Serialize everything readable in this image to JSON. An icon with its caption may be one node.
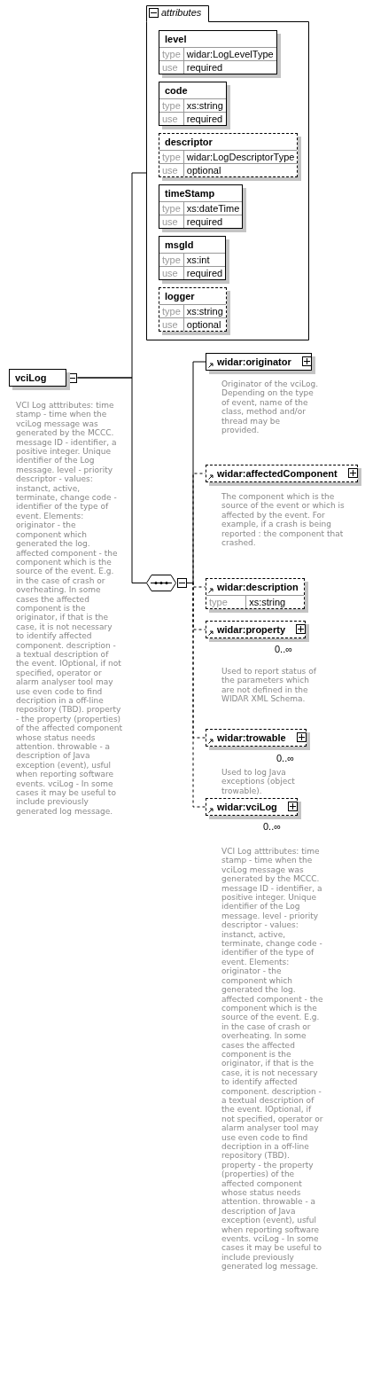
{
  "diagram": {
    "nodes": [
      {
        "text": [
          "vciLog"
        ],
        "beside": [
          "VCI Log atttributes: time stamp - time when the vciLog message was generated by the MCCC. message ID - identifier, a positive integer. Unique identifier of the Log message. level - priority descriptor - values: instanct, active, terminate, change code - identifier of the type of event. Elements: originator - the component which generated the log. affected component - the component which is the source of the event. E.g. in the case of crash or overheating. In some cases the affected component is the originator, if that is the case, it is not necessary to identify affected component. description - a textual description of the event. IOptional, if not specified, operator or alarm analyser tool may use even code to find decription in a off-line repository (TBD). property - the property (properties) of the affected component whose status needs attention. throwable - a description of Java exception (event), usful when reporting software events. vciLog - In some cases it may be useful to include previously generated log message."
        ]
      },
      {
        "text": [
          "attributes"
        ]
      },
      {
        "text": [
          "level",
          "type",
          "widar:LogLevelType",
          "use",
          "required"
        ],
        "in": 1
      },
      {
        "text": [
          "code",
          "type",
          "xs:string",
          "use",
          "required"
        ],
        "in": 1
      },
      {
        "text": [
          "descriptor",
          "type",
          "widar:LogDescriptorType",
          "use",
          "optional"
        ],
        "in": 1
      },
      {
        "text": [
          "timeStamp",
          "type",
          "xs:dateTime",
          "use",
          "required"
        ],
        "in": 1
      },
      {
        "text": [
          "msgId",
          "type",
          "xs:int",
          "use",
          "required"
        ],
        "in": 1
      },
      {
        "text": [
          "logger",
          "type",
          "xs:string",
          "use",
          "optional"
        ],
        "in": 1
      },
      {
        "text": [],
        "shape": "octagon"
      },
      {
        "text": [
          "widar:originator"
        ],
        "beside": [
          "Originator of the vciLog. Depending on the type of event, name of the class, method and/or thread may be provided."
        ]
      },
      {
        "text": [
          "widar:affectedComponent"
        ],
        "beside": [
          "The component which is the source of the event or which is affected by the event. For example, if a crash is being reported : the component that crashed."
        ]
      },
      {
        "text": [
          "widar:description",
          "type",
          "xs:string"
        ]
      },
      {
        "text": [
          "widar:property"
        ],
        "beside": [
          "0..∞",
          "Used to report status of the parameters which are not defined in the WIDAR XML Schema."
        ]
      },
      {
        "text": [
          "widar:trowable"
        ],
        "beside": [
          "0..∞",
          "Used to log Java exceptions (object trowable)."
        ]
      },
      {
        "text": [
          "widar:vciLog"
        ],
        "beside": [
          "0..∞",
          "VCI Log atttributes: time stamp - time when the vciLog message was generated by the MCCC. message ID - identifier, a positive integer. Unique identifier of the Log message. level - priority descriptor - values: instanct, active, terminate, change code - identifier of the type of event. Elements: originator - the component which generated the log. affected component - the component which is the source of the event. E.g. in the case of crash or overheating. In some cases the affected component is the originator, if that is the case, it is not necessary to identify affected component. description - a textual description of the event. IOptional, if not specified, operator or alarm analyser tool may use even code to find decription in a off-line repository (TBD). property - the property (properties) of the affected component whose status needs attention. throwable - a description of Java exception (event), usful when reporting software events. vciLog - In some cases it may be useful to include previously generated log message."
        ]
      }
    ],
    "edges": [
      {
        "from": 0,
        "to": 1,
        "arrow": "none"
      },
      {
        "from": 0,
        "to": 8,
        "arrow": "none"
      },
      {
        "from": 8,
        "to": 9,
        "arrow": "none"
      },
      {
        "from": 8,
        "to": 10,
        "arrow": "none",
        "style": "dashed"
      },
      {
        "from": 8,
        "to": 11,
        "arrow": "none",
        "style": "dashed"
      },
      {
        "from": 8,
        "to": 12,
        "arrow": "none",
        "style": "dashed"
      },
      {
        "from": 8,
        "to": 13,
        "arrow": "none",
        "style": "dashed"
      },
      {
        "from": 8,
        "to": 14,
        "arrow": "none",
        "style": "dashed"
      }
    ]
  }
}
